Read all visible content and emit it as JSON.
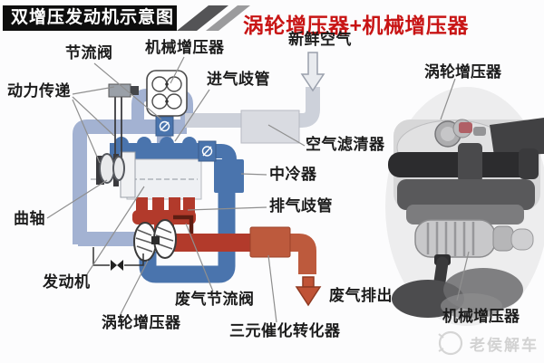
{
  "header": {
    "banner_title": "双增压发动机示意图",
    "main_title": "涡轮增压器+机械增压器"
  },
  "schematic": {
    "labels": {
      "throttle_valve": "节流阀",
      "supercharger": "机械增压器",
      "fresh_air": "新鲜空气",
      "intake_manifold": "进气歧管",
      "power_transfer": "动力传递",
      "air_filter": "空气滤清器",
      "intercooler": "中冷器",
      "exhaust_manifold": "排气歧管",
      "crankshaft": "曲轴",
      "engine": "发动机",
      "turbocharger": "涡轮增压器",
      "exhaust_throttle_valve": "废气节流阀",
      "catalytic_converter": "三元催化转化器",
      "exhaust_out": "废气排出"
    },
    "colors": {
      "title_red": "#c81414",
      "intake_charge_pipe": "#a3b2d2",
      "boost_pipe": "#4a74ad",
      "fresh_air_pipe": "#cdd1da",
      "exhaust_red": "#b23a2b",
      "tailpipe_orange": "#bd5a3d"
    }
  },
  "photo": {
    "labels": {
      "turbocharger": "涡轮增压器",
      "supercharger": "机械增压器"
    },
    "watermark": "老侯解车"
  }
}
